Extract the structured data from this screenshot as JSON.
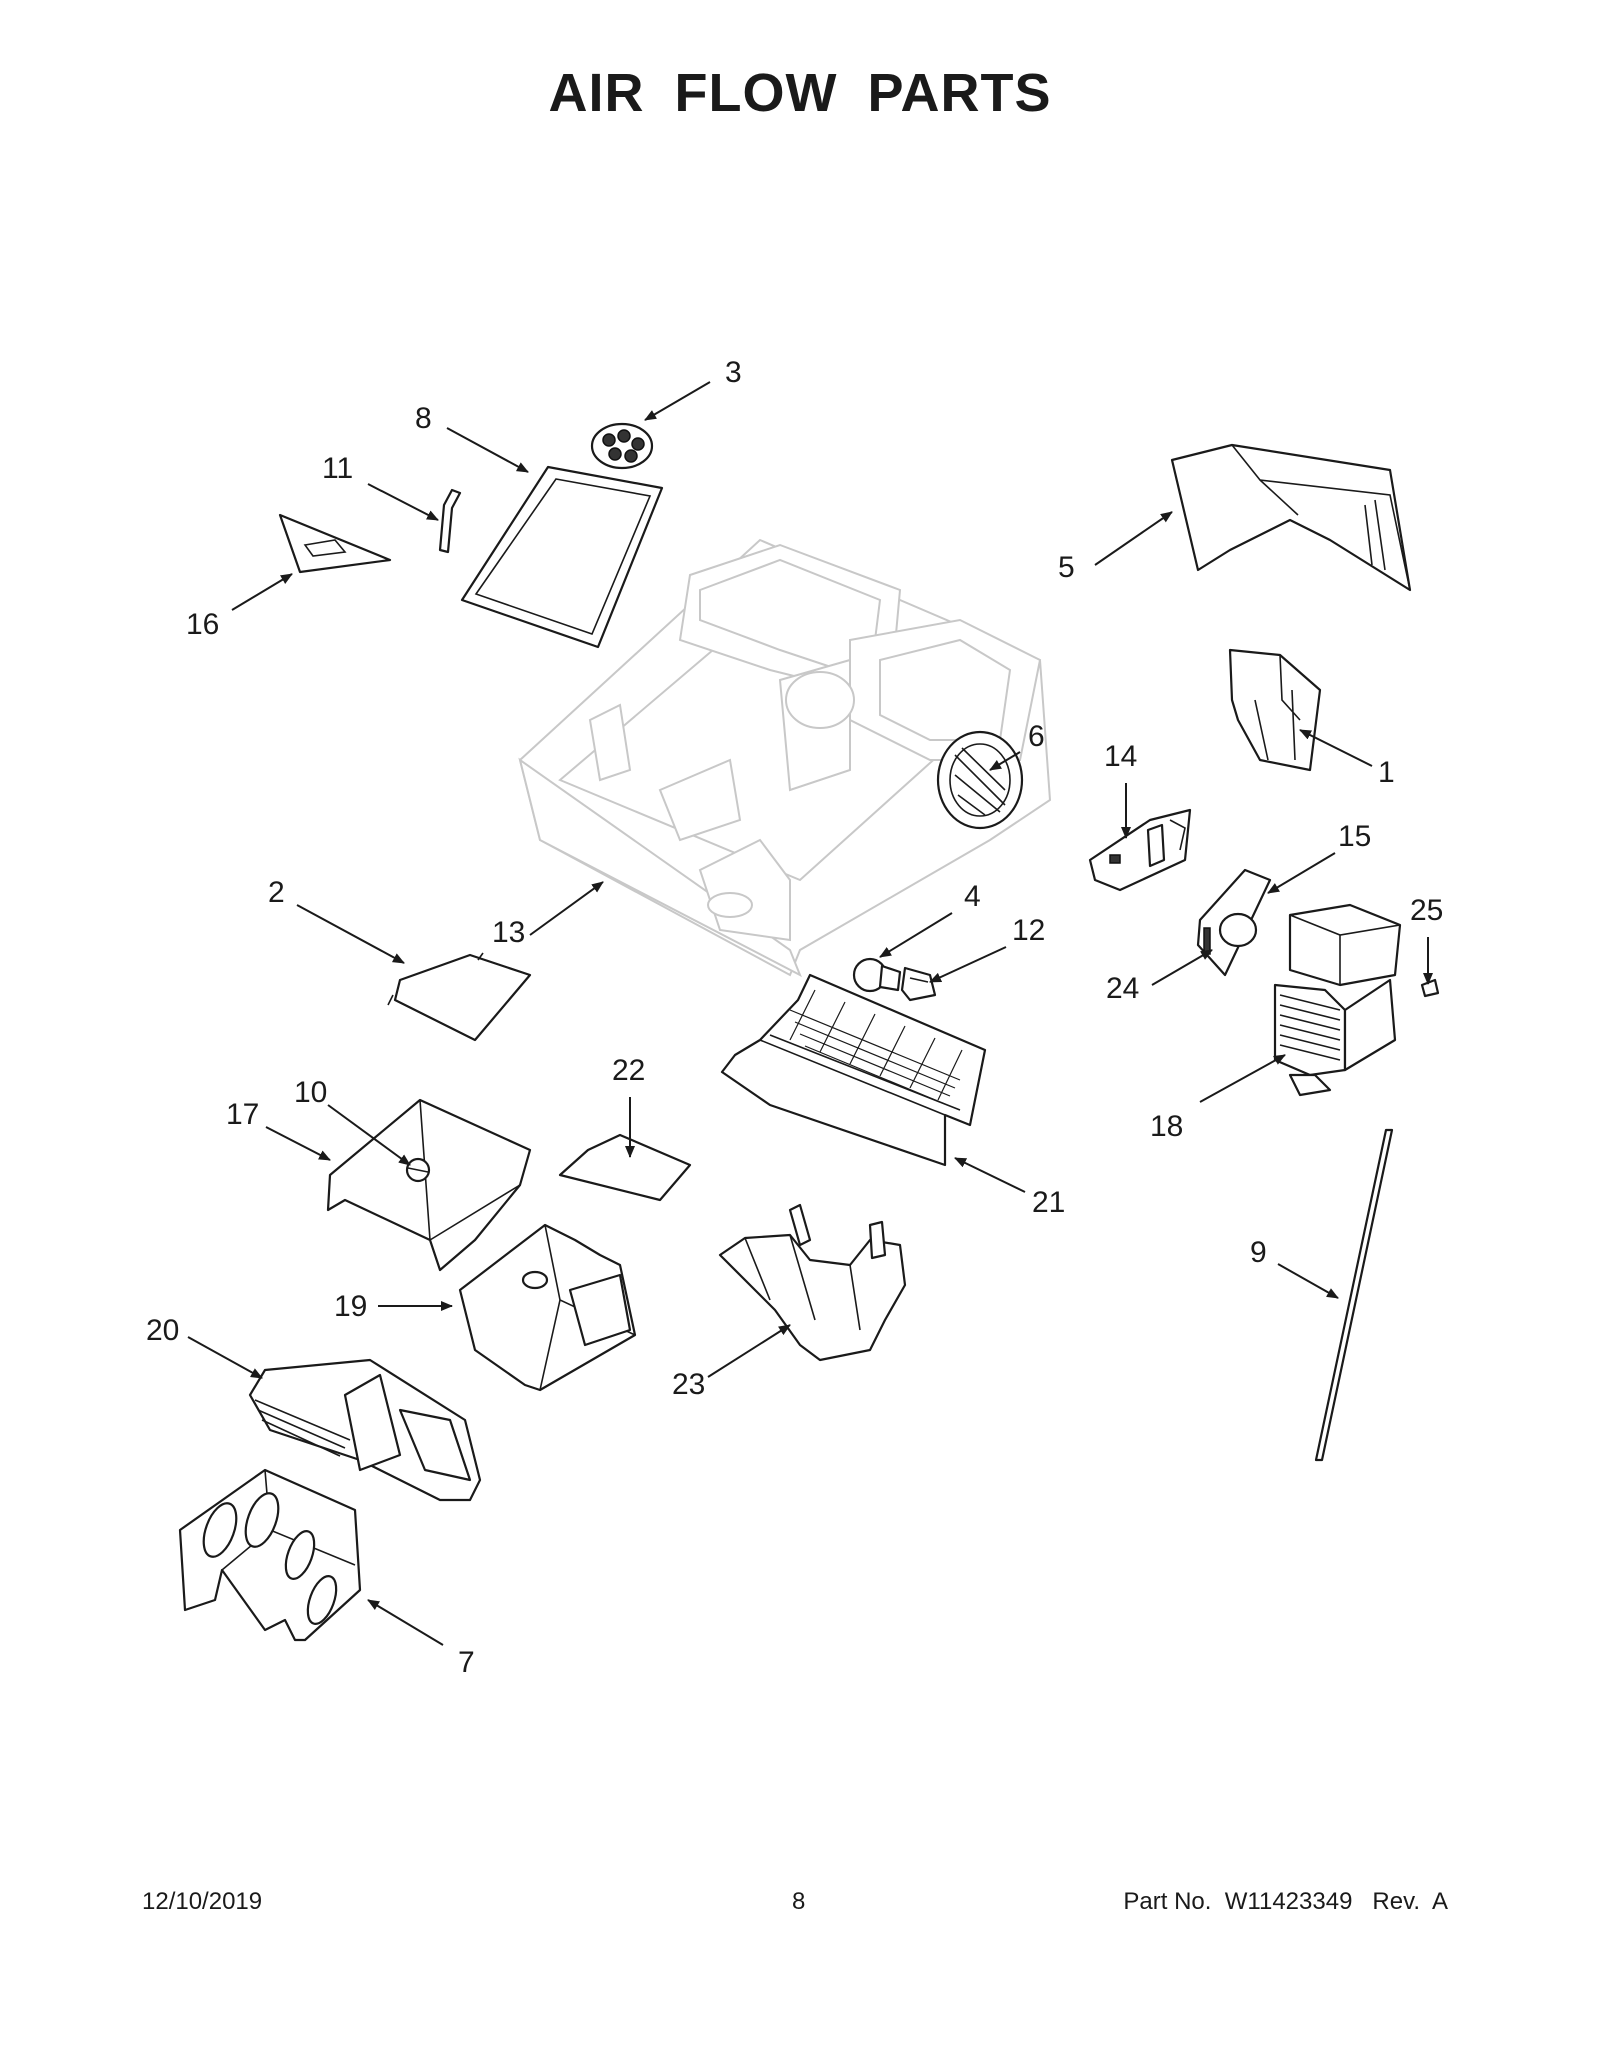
{
  "header": {
    "title": "AIR FLOW PARTS"
  },
  "callouts": [
    {
      "id": "c1",
      "label": "1"
    },
    {
      "id": "c2",
      "label": "2"
    },
    {
      "id": "c3",
      "label": "3"
    },
    {
      "id": "c4",
      "label": "4"
    },
    {
      "id": "c5",
      "label": "5"
    },
    {
      "id": "c6",
      "label": "6"
    },
    {
      "id": "c7",
      "label": "7"
    },
    {
      "id": "c8",
      "label": "8"
    },
    {
      "id": "c9",
      "label": "9"
    },
    {
      "id": "c10",
      "label": "10"
    },
    {
      "id": "c11",
      "label": "11"
    },
    {
      "id": "c12",
      "label": "12"
    },
    {
      "id": "c13",
      "label": "13"
    },
    {
      "id": "c14",
      "label": "14"
    },
    {
      "id": "c15",
      "label": "15"
    },
    {
      "id": "c16",
      "label": "16"
    },
    {
      "id": "c17",
      "label": "17"
    },
    {
      "id": "c18",
      "label": "18"
    },
    {
      "id": "c19",
      "label": "19"
    },
    {
      "id": "c20",
      "label": "20"
    },
    {
      "id": "c21",
      "label": "21"
    },
    {
      "id": "c22",
      "label": "22"
    },
    {
      "id": "c23",
      "label": "23"
    },
    {
      "id": "c24",
      "label": "24"
    },
    {
      "id": "c25",
      "label": "25"
    }
  ],
  "footer": {
    "date": "12/10/2019",
    "page": "8",
    "part_no": "Part No.  W11423349   Rev.  A"
  }
}
